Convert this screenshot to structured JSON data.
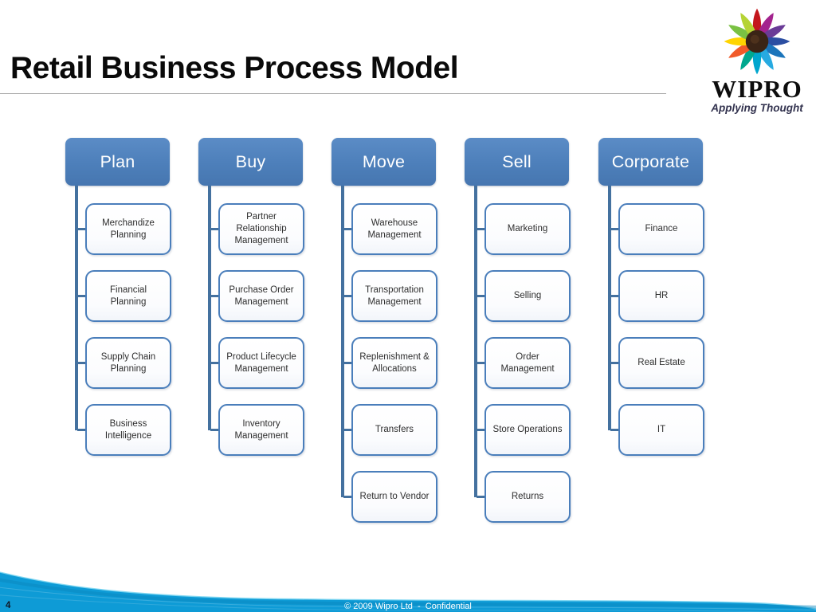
{
  "slide": {
    "title": "Retail Business Process Model",
    "page_number": "4",
    "footer": "© 2009 Wipro Ltd  -  Confidential"
  },
  "logo": {
    "brand": "WIPRO",
    "tagline": "Applying Thought",
    "flower_icon": "wipro-rainbow-flower-icon",
    "petal_colors": [
      "#c4161c",
      "#a3238e",
      "#6a3b97",
      "#2b4ea2",
      "#1b75bb",
      "#27aae1",
      "#00a6ce",
      "#00a88f",
      "#f15a29",
      "#ffd400",
      "#7ac143",
      "#b5d334"
    ],
    "center_color": "#3a2416"
  },
  "diagram": {
    "type": "hierarchy",
    "columns": [
      {
        "header": "Plan",
        "children": [
          "Merchandize Planning",
          "Financial Planning",
          "Supply Chain Planning",
          "Business Intelligence"
        ]
      },
      {
        "header": "Buy",
        "children": [
          "Partner Relationship Management",
          "Purchase Order Management",
          "Product Lifecycle Management",
          "Inventory Management"
        ]
      },
      {
        "header": "Move",
        "children": [
          "Warehouse Management",
          "Transportation Management",
          "Replenishment & Allocations",
          "Transfers",
          "Return to Vendor"
        ]
      },
      {
        "header": "Sell",
        "children": [
          "Marketing",
          "Selling",
          "Order Management",
          "Store Operations",
          "Returns"
        ]
      },
      {
        "header": "Corporate",
        "children": [
          "Finance",
          "HR",
          "Real Estate",
          "IT"
        ]
      }
    ],
    "colors": {
      "header_fill": "#4d7fba",
      "header_text": "#ffffff",
      "child_fill": "#fcfdfe",
      "child_border": "#4a7ebb",
      "child_text": "#2e2e2e",
      "connector": "#44719f",
      "footer_band": "#0e9bd6",
      "title_text": "#0a0a0a",
      "title_rule": "#a6a6a6"
    }
  }
}
